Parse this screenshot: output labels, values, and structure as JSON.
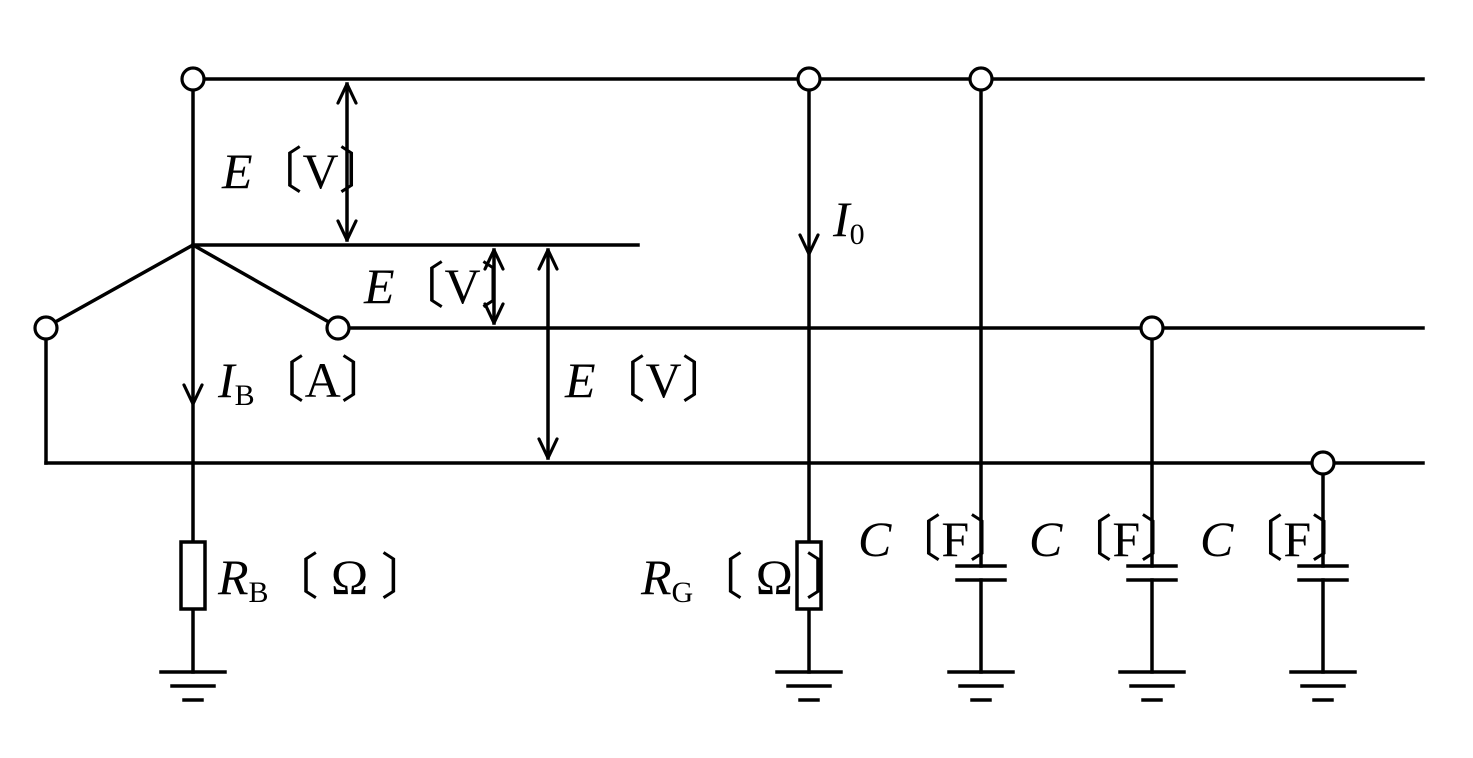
{
  "labels": {
    "voltage_top": {
      "var": "E",
      "unit": "〔V〕"
    },
    "voltage_mid": {
      "var": "E",
      "unit": "〔V〕"
    },
    "voltage_big": {
      "var": "E",
      "unit": "〔V〕"
    },
    "current_b": {
      "var": "I",
      "sub": "B",
      "unit": "〔A〕"
    },
    "current_0": {
      "var": "I",
      "sub": "0"
    },
    "resistor_b": {
      "var": "R",
      "sub": "B",
      "unit": "〔 Ω 〕"
    },
    "resistor_g": {
      "var": "R",
      "sub": "G",
      "unit": "〔 Ω 〕"
    },
    "capacitor_1": {
      "var": "C",
      "unit": "〔F〕"
    },
    "capacitor_2": {
      "var": "C",
      "unit": "〔F〕"
    },
    "capacitor_3": {
      "var": "C",
      "unit": "〔F〕"
    }
  }
}
